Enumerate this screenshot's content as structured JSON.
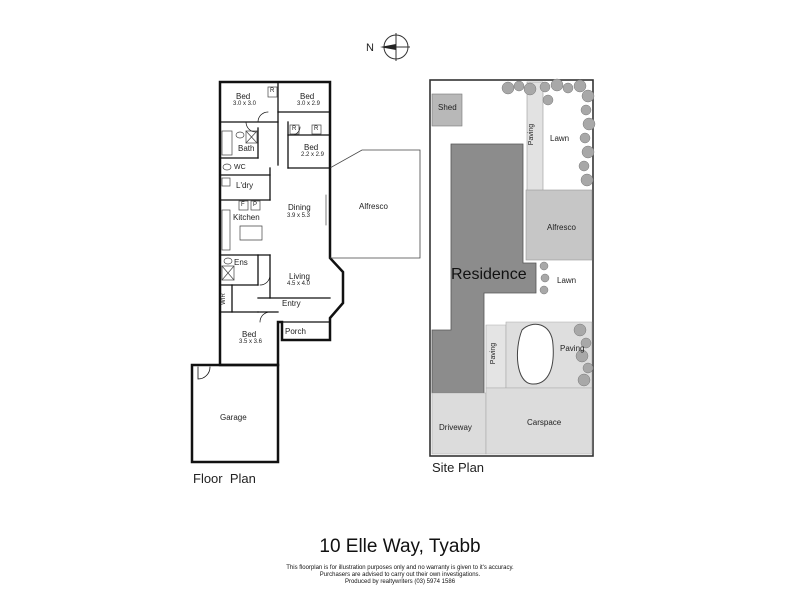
{
  "compass": {
    "label": "N"
  },
  "floor_plan": {
    "title": "Floor  Plan",
    "rooms": [
      {
        "key": "bed1",
        "name": "Bed",
        "dims": "3.0 x 3.0"
      },
      {
        "key": "bed2",
        "name": "Bed",
        "dims": "3.0 x 2.9"
      },
      {
        "key": "bed3",
        "name": "Bed",
        "dims": "2.2 x 2.9"
      },
      {
        "key": "bath",
        "name": "Bath"
      },
      {
        "key": "wc",
        "name": "WC"
      },
      {
        "key": "ldry",
        "name": "L'dry"
      },
      {
        "key": "kitchen",
        "name": "Kitchen"
      },
      {
        "key": "dining",
        "name": "Dining",
        "dims": "3.9 x 5.3"
      },
      {
        "key": "alfresco",
        "name": "Alfresco"
      },
      {
        "key": "ens",
        "name": "Ens"
      },
      {
        "key": "living",
        "name": "Living",
        "dims": "4.5 x 4.0"
      },
      {
        "key": "wir",
        "name": "WIR"
      },
      {
        "key": "entry",
        "name": "Entry"
      },
      {
        "key": "porch",
        "name": "Porch"
      },
      {
        "key": "bed4",
        "name": "Bed",
        "dims": "3.5 x 3.6"
      },
      {
        "key": "garage",
        "name": "Garage"
      }
    ],
    "markers": [
      {
        "key": "r1",
        "label": "R"
      },
      {
        "key": "r2",
        "label": "R"
      },
      {
        "key": "r3",
        "label": "R"
      },
      {
        "key": "f",
        "label": "F"
      },
      {
        "key": "p",
        "label": "P"
      }
    ]
  },
  "site_plan": {
    "title": "Site Plan",
    "labels": [
      {
        "key": "shed",
        "text": "Shed"
      },
      {
        "key": "paving1",
        "text": "Paving"
      },
      {
        "key": "lawn1",
        "text": "Lawn"
      },
      {
        "key": "alfresco",
        "text": "Alfresco"
      },
      {
        "key": "residence",
        "text": "Residence"
      },
      {
        "key": "lawn2",
        "text": "Lawn"
      },
      {
        "key": "paving2",
        "text": "Paving"
      },
      {
        "key": "paving3",
        "text": "Paving"
      },
      {
        "key": "driveway",
        "text": "Driveway"
      },
      {
        "key": "carspace",
        "text": "Carspace"
      }
    ]
  },
  "address": "10 Elle Way, Tyabb",
  "disclaimer": [
    "This floorplan is for illustration purposes only and no warranty is given to it's accuracy.",
    "Purchasers are advised to carry out their own investigations.",
    "Produced by realtywriters (03) 5974 1586"
  ]
}
